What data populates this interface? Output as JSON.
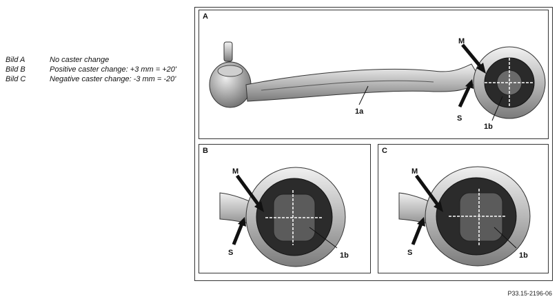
{
  "legend": [
    {
      "key": "Bild A",
      "text": "No caster change"
    },
    {
      "key": "Bild B",
      "text": "Positive caster change: +3 mm = +20'"
    },
    {
      "key": "Bild C",
      "text": "Negative caster change: -3 mm = -20'"
    }
  ],
  "panels": {
    "a": {
      "letter": "A",
      "labels": {
        "m": "M",
        "s": "S",
        "arm": "1a",
        "bushing": "1b"
      }
    },
    "b": {
      "letter": "B",
      "labels": {
        "m": "M",
        "s": "S",
        "bushing": "1b"
      }
    },
    "c": {
      "letter": "C",
      "labels": {
        "m": "M",
        "s": "S",
        "bushing": "1b"
      }
    }
  },
  "figure_code": "P33.15-2196-06"
}
